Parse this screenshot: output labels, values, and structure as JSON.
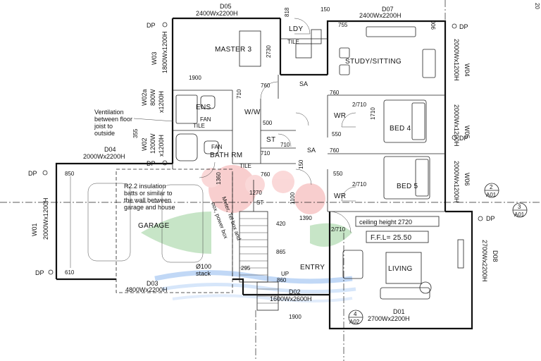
{
  "rooms": {
    "master": "MASTER 3",
    "ldy": "LDY",
    "tile_ldy": "TILE",
    "study": "STUDY/SITTING",
    "ens": "ENS",
    "fan_ens": "FAN",
    "tile_ens": "TILE",
    "ww": "W/W",
    "wr1": "WR",
    "bed4": "BED 4",
    "st": "ST",
    "fan_bath": "FAN",
    "bath": "BATH RM",
    "tile_bath": "TILE",
    "wr2": "WR",
    "bed5": "BED 5",
    "garage": "GARAGE",
    "entry": "ENTRY",
    "living": "LIVING",
    "sa1": "SA",
    "sa2": "SA",
    "st2": "ST",
    "up": "UP"
  },
  "openings": {
    "d05": "D05",
    "d05_size": "2400Wx2200H",
    "d07": "D07",
    "d07_size": "2400Wx2200H",
    "w03": "W03",
    "w03_size": "1800Wx1200H",
    "w04": "W04",
    "w04_size": "2000Wx1200H",
    "w02a": "W02a",
    "w02a_size": "800W",
    "w02a_size2": "x1200H",
    "w05": "W05",
    "w05_size": "2000Wx1200H",
    "w02": "W02",
    "w02_size": "1200W",
    "w02_size2": "x1200H",
    "d04": "D04",
    "d04_size": "2000Wx2200H",
    "w06": "W06",
    "w06_size": "2000Wx1200H",
    "w01": "W01",
    "w01_size": "2000Wx1200H",
    "d08": "D08",
    "d08_size": "2700Wx2200H",
    "d03": "D03",
    "d03_size": "4800Wx2200H",
    "d02": "D02",
    "d02_size": "1600Wx2600H",
    "d01": "D01",
    "d01_size": "2700Wx2200H"
  },
  "dims": {
    "d818": "818",
    "d150": "150",
    "d755": "755",
    "d900": "900",
    "d2730": "2730",
    "d760a": "760",
    "d1900a": "1900",
    "d710a": "710",
    "d760b": "760",
    "d2710a": "2/710",
    "d1710": "1710",
    "d500": "500",
    "d550a": "550",
    "d355": "355",
    "d710b": "710",
    "d710c": "710",
    "d760c": "760",
    "d150b": "150",
    "d760d": "760",
    "d850": "850",
    "d1360": "1360",
    "d550b": "550",
    "d2710b": "2/710",
    "d1270": "1270",
    "d1100": "1100",
    "d1390": "1390",
    "d420": "420",
    "d2710c": "2/710",
    "d865": "865",
    "d295": "295",
    "d860": "860",
    "d610": "610",
    "d1900b": "1900"
  },
  "notes": {
    "ventilation": [
      "Ventilation",
      "between floor",
      "joist to",
      "outside"
    ],
    "insulation": [
      "R2.2 insulation",
      "batts or similar to",
      "the wall between",
      "garage and house"
    ],
    "stack": [
      "Ø100",
      "stack"
    ],
    "meter": "Meter, Tel box and",
    "power": "box, power box",
    "ceiling": "ceiling height 2720",
    "ffl": "F.F.L= 25.50"
  },
  "markers": {
    "dp1": "DP",
    "dp2": "DP",
    "dp3": "DP",
    "dp4": "DP",
    "dp5": "DP",
    "dp6": "DP",
    "dp7": "DP",
    "s2_num": "2",
    "s2_sheet": "A01",
    "s3_num": "3",
    "s3_sheet": "A01",
    "s4_num": "4",
    "s4_sheet": "A02",
    "grid20": "20"
  },
  "colors": {
    "watermark_red": "#e35d5d",
    "watermark_green": "#3f8a3f",
    "watermark_blue": "#4f8fd6"
  }
}
